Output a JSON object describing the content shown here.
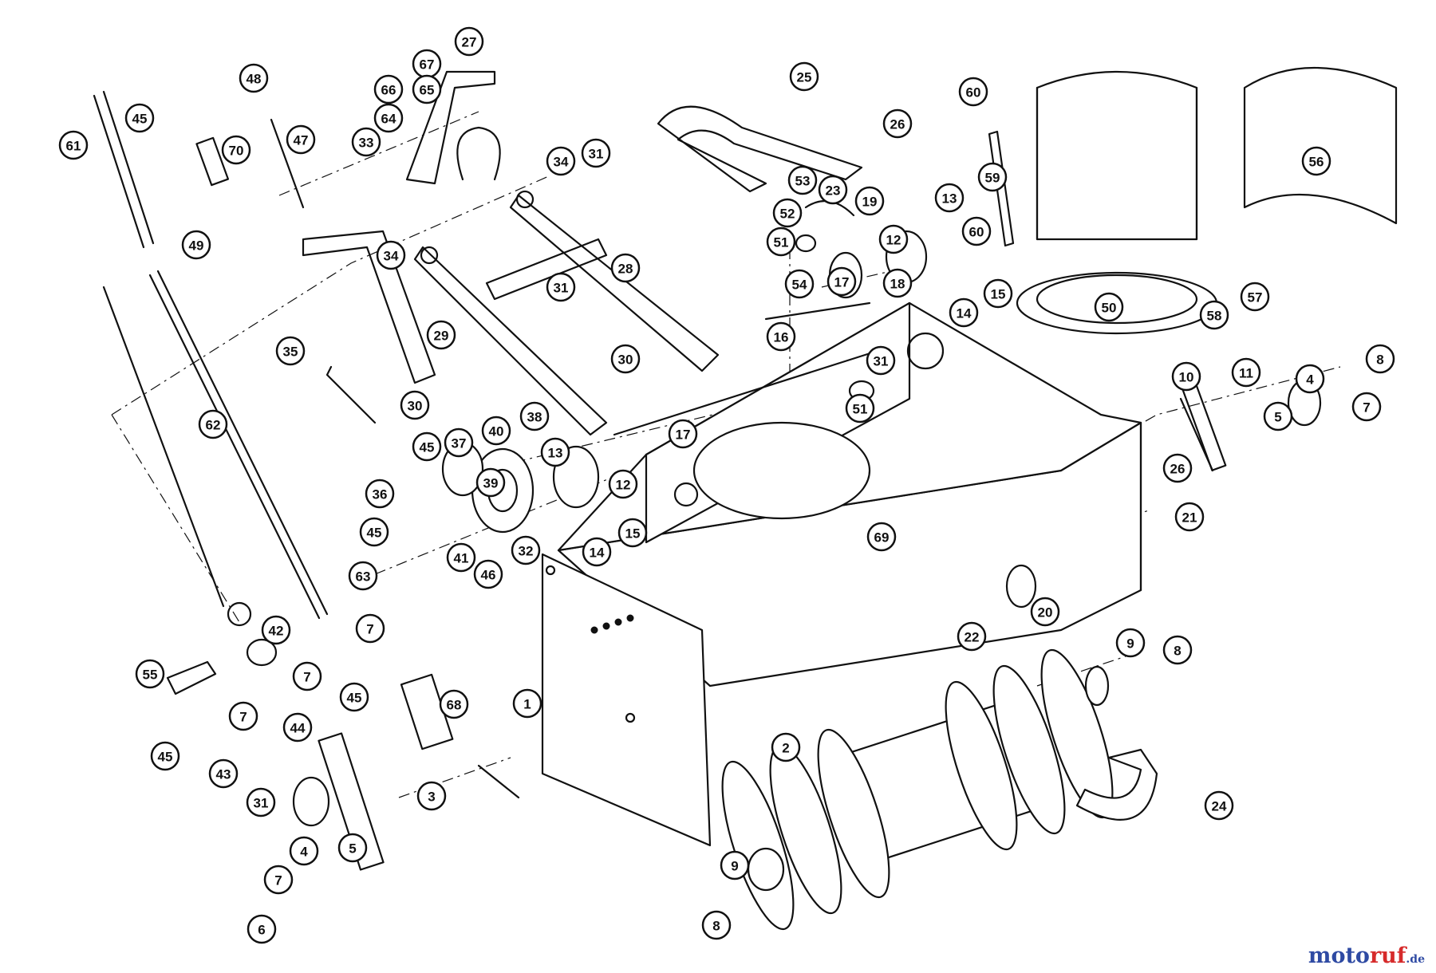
{
  "diagram": {
    "callouts": [
      {
        "id": "27"
      },
      {
        "id": "67"
      },
      {
        "id": "65"
      },
      {
        "id": "66"
      },
      {
        "id": "64"
      },
      {
        "id": "48"
      },
      {
        "id": "45a",
        "label": "45"
      },
      {
        "id": "61"
      },
      {
        "id": "70"
      },
      {
        "id": "47"
      },
      {
        "id": "33"
      },
      {
        "id": "25"
      },
      {
        "id": "26a",
        "label": "26"
      },
      {
        "id": "60a",
        "label": "60"
      },
      {
        "id": "56"
      },
      {
        "id": "59"
      },
      {
        "id": "34a",
        "label": "34"
      },
      {
        "id": "31a",
        "label": "31"
      },
      {
        "id": "53"
      },
      {
        "id": "23"
      },
      {
        "id": "19"
      },
      {
        "id": "52"
      },
      {
        "id": "13a",
        "label": "13"
      },
      {
        "id": "60b",
        "label": "60"
      },
      {
        "id": "51a",
        "label": "51"
      },
      {
        "id": "12a",
        "label": "12"
      },
      {
        "id": "49"
      },
      {
        "id": "34b",
        "label": "34"
      },
      {
        "id": "28"
      },
      {
        "id": "31b",
        "label": "31"
      },
      {
        "id": "54"
      },
      {
        "id": "17a",
        "label": "17"
      },
      {
        "id": "18"
      },
      {
        "id": "15a",
        "label": "15"
      },
      {
        "id": "57"
      },
      {
        "id": "50"
      },
      {
        "id": "14a",
        "label": "14"
      },
      {
        "id": "58"
      },
      {
        "id": "35"
      },
      {
        "id": "29"
      },
      {
        "id": "16"
      },
      {
        "id": "30a",
        "label": "30"
      },
      {
        "id": "31c",
        "label": "31"
      },
      {
        "id": "8a",
        "label": "8"
      },
      {
        "id": "10"
      },
      {
        "id": "11"
      },
      {
        "id": "4a",
        "label": "4"
      },
      {
        "id": "7a",
        "label": "7"
      },
      {
        "id": "30b",
        "label": "30"
      },
      {
        "id": "51b",
        "label": "51"
      },
      {
        "id": "5a",
        "label": "5"
      },
      {
        "id": "62"
      },
      {
        "id": "38"
      },
      {
        "id": "17b",
        "label": "17"
      },
      {
        "id": "40"
      },
      {
        "id": "45b",
        "label": "45"
      },
      {
        "id": "37"
      },
      {
        "id": "13b",
        "label": "13"
      },
      {
        "id": "39"
      },
      {
        "id": "12b",
        "label": "12"
      },
      {
        "id": "26b",
        "label": "26"
      },
      {
        "id": "21"
      },
      {
        "id": "36"
      },
      {
        "id": "15b",
        "label": "15"
      },
      {
        "id": "45c",
        "label": "45"
      },
      {
        "id": "69"
      },
      {
        "id": "41"
      },
      {
        "id": "32"
      },
      {
        "id": "14b",
        "label": "14"
      },
      {
        "id": "46"
      },
      {
        "id": "63"
      },
      {
        "id": "7b",
        "label": "7"
      },
      {
        "id": "20"
      },
      {
        "id": "22"
      },
      {
        "id": "42"
      },
      {
        "id": "7c",
        "label": "7"
      },
      {
        "id": "55"
      },
      {
        "id": "45d",
        "label": "45"
      },
      {
        "id": "9a",
        "label": "9"
      },
      {
        "id": "8b",
        "label": "8"
      },
      {
        "id": "68"
      },
      {
        "id": "1"
      },
      {
        "id": "7d",
        "label": "7"
      },
      {
        "id": "44"
      },
      {
        "id": "45e",
        "label": "45"
      },
      {
        "id": "43"
      },
      {
        "id": "31d",
        "label": "31"
      },
      {
        "id": "2"
      },
      {
        "id": "3"
      },
      {
        "id": "24"
      },
      {
        "id": "5b",
        "label": "5"
      },
      {
        "id": "4b",
        "label": "4"
      },
      {
        "id": "7e",
        "label": "7"
      },
      {
        "id": "9b",
        "label": "9"
      },
      {
        "id": "6"
      },
      {
        "id": "8c",
        "label": "8"
      }
    ]
  },
  "watermark": {
    "moto": "moto",
    "ruf": "ruf",
    "tld": ".de"
  }
}
